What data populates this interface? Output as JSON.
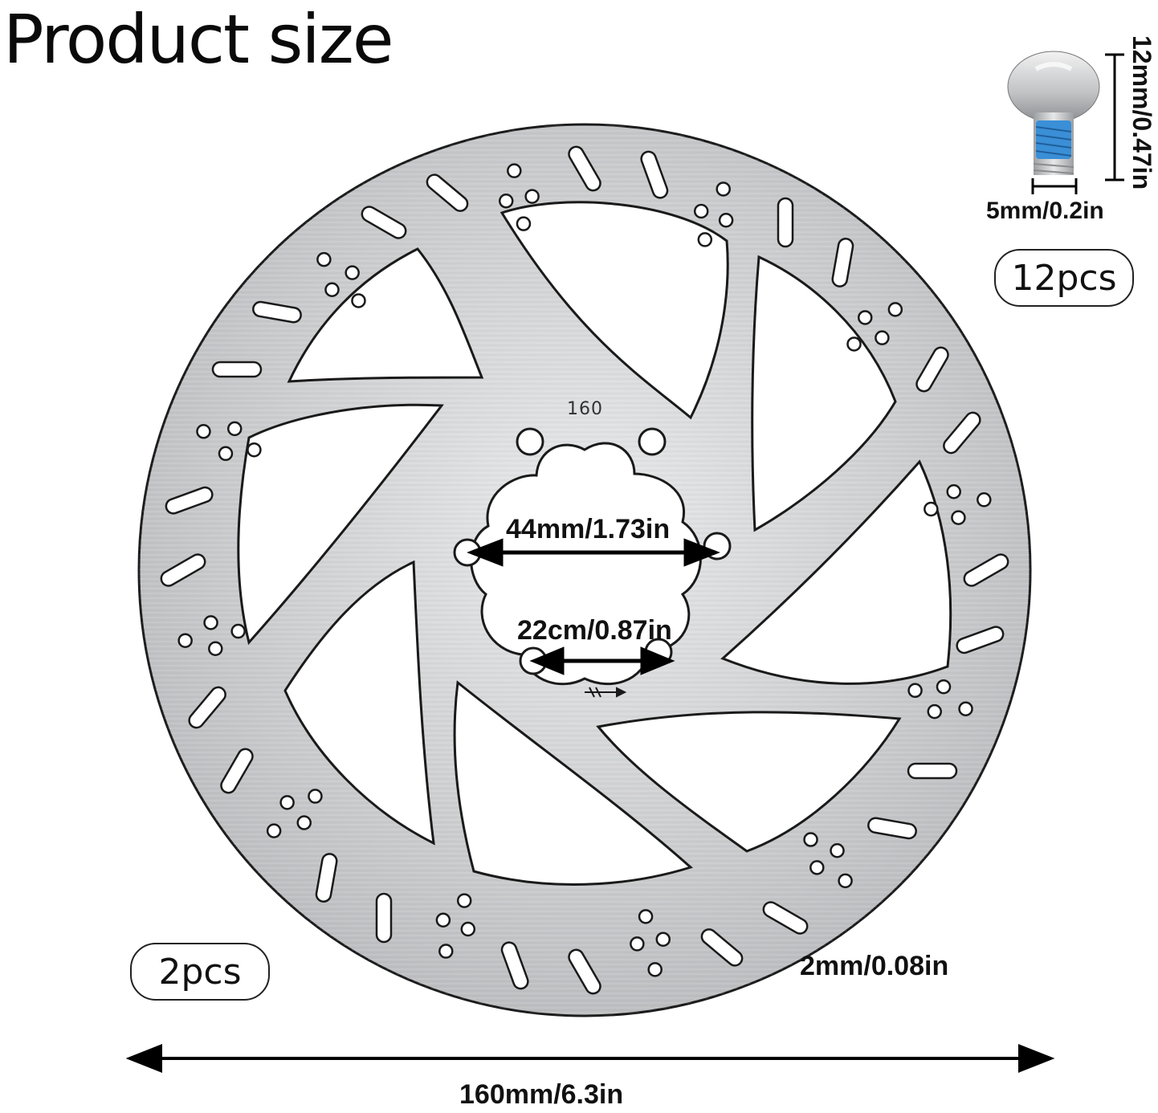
{
  "title": "Product size",
  "rotor": {
    "engraving": "160",
    "quantity": "2pcs",
    "diameter_label": "160mm/6.3in",
    "bolt_circle_label": "44mm/1.73in",
    "inner_label": "22cm/0.87in",
    "thickness_label": "2mm/0.08in"
  },
  "screw": {
    "quantity": "12pcs",
    "length_label": "12mm/0.47in",
    "width_label": "5mm/0.2in"
  },
  "colors": {
    "metal": "#c9cacc",
    "metal_dark": "#8e9093",
    "thread_blue": "#3a8fd6",
    "ink": "#111111"
  }
}
